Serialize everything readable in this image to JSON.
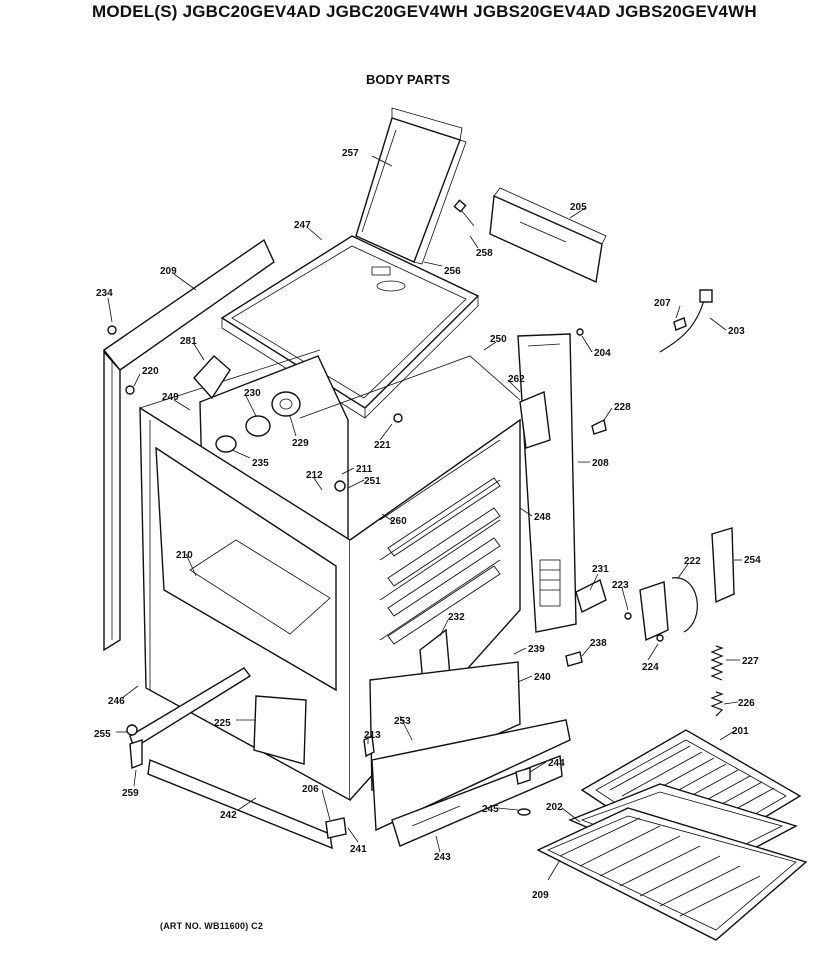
{
  "header": {
    "models": "MODEL(S) JGBC20GEV4AD  JGBC20GEV4WH  JGBS20GEV4AD  JGBS20GEV4WH"
  },
  "section_title": "BODY PARTS",
  "art_number": "(ART NO. WB11600) C2",
  "callouts": [
    {
      "id": "c257",
      "label": "257"
    },
    {
      "id": "c205",
      "label": "205"
    },
    {
      "id": "c247",
      "label": "247"
    },
    {
      "id": "c258",
      "label": "258"
    },
    {
      "id": "c256",
      "label": "256"
    },
    {
      "id": "c209a",
      "label": "209"
    },
    {
      "id": "c234",
      "label": "234"
    },
    {
      "id": "c207",
      "label": "207"
    },
    {
      "id": "c203",
      "label": "203"
    },
    {
      "id": "c281",
      "label": "281"
    },
    {
      "id": "c250",
      "label": "250"
    },
    {
      "id": "c204",
      "label": "204"
    },
    {
      "id": "c220",
      "label": "220"
    },
    {
      "id": "c230",
      "label": "230"
    },
    {
      "id": "c262",
      "label": "262"
    },
    {
      "id": "c249",
      "label": "249"
    },
    {
      "id": "c228",
      "label": "228"
    },
    {
      "id": "c229",
      "label": "229"
    },
    {
      "id": "c221",
      "label": "221"
    },
    {
      "id": "c235",
      "label": "235"
    },
    {
      "id": "c208",
      "label": "208"
    },
    {
      "id": "c211",
      "label": "211"
    },
    {
      "id": "c212",
      "label": "212"
    },
    {
      "id": "c251",
      "label": "251"
    },
    {
      "id": "c248",
      "label": "248"
    },
    {
      "id": "c260",
      "label": "260"
    },
    {
      "id": "c254",
      "label": "254"
    },
    {
      "id": "c210",
      "label": "210"
    },
    {
      "id": "c231",
      "label": "231"
    },
    {
      "id": "c222",
      "label": "222"
    },
    {
      "id": "c223",
      "label": "223"
    },
    {
      "id": "c232",
      "label": "232"
    },
    {
      "id": "c238",
      "label": "238"
    },
    {
      "id": "c239",
      "label": "239"
    },
    {
      "id": "c224",
      "label": "224"
    },
    {
      "id": "c227",
      "label": "227"
    },
    {
      "id": "c246",
      "label": "246"
    },
    {
      "id": "c240",
      "label": "240"
    },
    {
      "id": "c226",
      "label": "226"
    },
    {
      "id": "c225",
      "label": "225"
    },
    {
      "id": "c253",
      "label": "253"
    },
    {
      "id": "c201",
      "label": "201"
    },
    {
      "id": "c255",
      "label": "255"
    },
    {
      "id": "c213",
      "label": "213"
    },
    {
      "id": "c244",
      "label": "244"
    },
    {
      "id": "c259",
      "label": "259"
    },
    {
      "id": "c206",
      "label": "206"
    },
    {
      "id": "c245",
      "label": "245"
    },
    {
      "id": "c202",
      "label": "202"
    },
    {
      "id": "c242",
      "label": "242"
    },
    {
      "id": "c241",
      "label": "241"
    },
    {
      "id": "c243",
      "label": "243"
    },
    {
      "id": "c209b",
      "label": "209"
    }
  ]
}
